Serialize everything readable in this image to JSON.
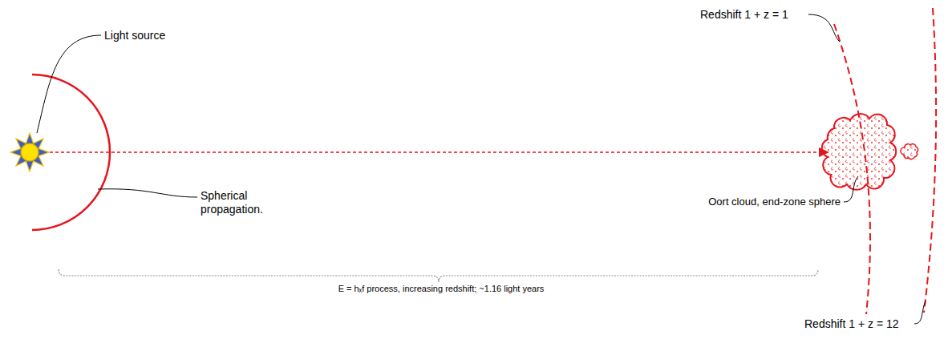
{
  "diagram": {
    "labels": [
      "Light source",
      "Spherical propagation.",
      "Redshift 1 + z = 1",
      "Oort cloud, end-zone sphere",
      "Redshift 1 + z = 12",
      "E = hₓf process, increasing redshift; ~1.16 light years"
    ]
  }
}
